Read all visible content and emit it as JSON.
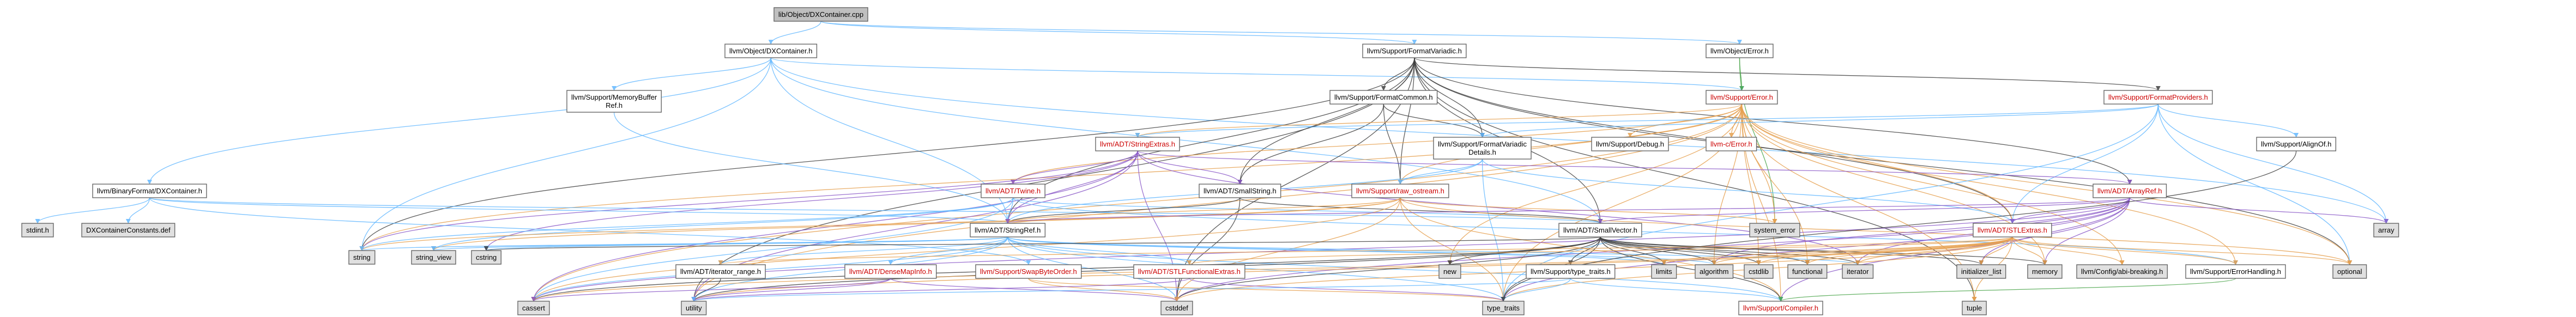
{
  "diagram": {
    "colors": {
      "root_fill": "#bfbfbf",
      "node_fill": "#ffffff",
      "gray_fill": "#e0e0e0",
      "node_border": "#666666",
      "red_text": "#cc0000",
      "edge_blue": "#63b8ff",
      "edge_dark": "#404040",
      "edge_green": "#4da64d",
      "edge_orange": "#e6a050",
      "edge_purple": "#8b5ac8"
    },
    "nodes": [
      {
        "id": "root",
        "lines": [
          "lib/Object/DXContainer.cpp"
        ],
        "style": "root"
      },
      {
        "id": "obj_dxc",
        "lines": [
          "llvm/Object/DXContainer.h"
        ],
        "style": "normal"
      },
      {
        "id": "sup_fv",
        "lines": [
          "llvm/Support/FormatVariadic.h"
        ],
        "style": "normal"
      },
      {
        "id": "obj_err",
        "lines": [
          "llvm/Object/Error.h"
        ],
        "style": "normal"
      },
      {
        "id": "mem_buf",
        "lines": [
          "llvm/Support/MemoryBuffer",
          "Ref.h"
        ],
        "style": "normal"
      },
      {
        "id": "sup_fc",
        "lines": [
          "llvm/Support/FormatCommon.h"
        ],
        "style": "normal"
      },
      {
        "id": "sup_error",
        "lines": [
          "llvm/Support/Error.h"
        ],
        "style": "red"
      },
      {
        "id": "sup_fp",
        "lines": [
          "llvm/Support/FormatProviders.h"
        ],
        "style": "red"
      },
      {
        "id": "adt_strx",
        "lines": [
          "llvm/ADT/StringExtras.h"
        ],
        "style": "red"
      },
      {
        "id": "sup_fvd",
        "lines": [
          "llvm/Support/FormatVariadic",
          "Details.h"
        ],
        "style": "normal"
      },
      {
        "id": "sup_debug",
        "lines": [
          "llvm/Support/Debug.h"
        ],
        "style": "normal"
      },
      {
        "id": "llvmc_error",
        "lines": [
          "llvm-c/Error.h"
        ],
        "style": "red"
      },
      {
        "id": "sup_align",
        "lines": [
          "llvm/Support/AlignOf.h"
        ],
        "style": "normal"
      },
      {
        "id": "bf_dxc",
        "lines": [
          "llvm/BinaryFormat/DXContainer.h"
        ],
        "style": "normal"
      },
      {
        "id": "adt_twine",
        "lines": [
          "llvm/ADT/Twine.h"
        ],
        "style": "red"
      },
      {
        "id": "adt_smallstr",
        "lines": [
          "llvm/ADT/SmallString.h"
        ],
        "style": "normal"
      },
      {
        "id": "sup_rawos",
        "lines": [
          "llvm/Support/raw_ostream.h"
        ],
        "style": "red"
      },
      {
        "id": "adt_arrayref",
        "lines": [
          "llvm/ADT/ArrayRef.h"
        ],
        "style": "red"
      },
      {
        "id": "array",
        "lines": [
          "array"
        ],
        "style": "gray"
      },
      {
        "id": "stdint",
        "lines": [
          "stdint.h"
        ],
        "style": "gray"
      },
      {
        "id": "dxcdef",
        "lines": [
          "DXContainerConstants.def"
        ],
        "style": "gray"
      },
      {
        "id": "adt_stringref",
        "lines": [
          "llvm/ADT/StringRef.h"
        ],
        "style": "normal"
      },
      {
        "id": "adt_smallvec",
        "lines": [
          "llvm/ADT/SmallVector.h"
        ],
        "style": "normal"
      },
      {
        "id": "sys_err",
        "lines": [
          "system_error"
        ],
        "style": "gray"
      },
      {
        "id": "adt_stlx",
        "lines": [
          "llvm/ADT/STLExtras.h"
        ],
        "style": "red"
      },
      {
        "id": "string",
        "lines": [
          "string"
        ],
        "style": "gray"
      },
      {
        "id": "string_view",
        "lines": [
          "string_view"
        ],
        "style": "gray"
      },
      {
        "id": "cstring",
        "lines": [
          "cstring"
        ],
        "style": "gray"
      },
      {
        "id": "adt_iterrange",
        "lines": [
          "llvm/ADT/iterator_range.h"
        ],
        "style": "normal"
      },
      {
        "id": "adt_dmi",
        "lines": [
          "llvm/ADT/DenseMapInfo.h"
        ],
        "style": "red"
      },
      {
        "id": "sup_sbo",
        "lines": [
          "llvm/Support/SwapByteOrder.h"
        ],
        "style": "red"
      },
      {
        "id": "adt_stlfx",
        "lines": [
          "llvm/ADT/STLFunctionalExtras.h"
        ],
        "style": "red"
      },
      {
        "id": "new",
        "lines": [
          "new"
        ],
        "style": "gray"
      },
      {
        "id": "sup_typetraits",
        "lines": [
          "llvm/Support/type_traits.h"
        ],
        "style": "normal"
      },
      {
        "id": "limits",
        "lines": [
          "limits"
        ],
        "style": "gray"
      },
      {
        "id": "algorithm",
        "lines": [
          "algorithm"
        ],
        "style": "gray"
      },
      {
        "id": "cstdlib",
        "lines": [
          "cstdlib"
        ],
        "style": "gray"
      },
      {
        "id": "functional",
        "lines": [
          "functional"
        ],
        "style": "gray"
      },
      {
        "id": "iterator",
        "lines": [
          "iterator"
        ],
        "style": "gray"
      },
      {
        "id": "init_list",
        "lines": [
          "initializer_list"
        ],
        "style": "gray"
      },
      {
        "id": "memory",
        "lines": [
          "memory"
        ],
        "style": "gray"
      },
      {
        "id": "cfg_breaking",
        "lines": [
          "llvm/Config/abi-breaking.h"
        ],
        "style": "gray"
      },
      {
        "id": "sup_errh",
        "lines": [
          "llvm/Support/ErrorHandling.h"
        ],
        "style": "normal"
      },
      {
        "id": "optional",
        "lines": [
          "optional"
        ],
        "style": "gray"
      },
      {
        "id": "cassert",
        "lines": [
          "cassert"
        ],
        "style": "gray"
      },
      {
        "id": "utility",
        "lines": [
          "utility"
        ],
        "style": "gray"
      },
      {
        "id": "cstddef",
        "lines": [
          "cstddef"
        ],
        "style": "gray"
      },
      {
        "id": "type_traits",
        "lines": [
          "type_traits"
        ],
        "style": "gray"
      },
      {
        "id": "sup_compiler",
        "lines": [
          "llvm/Support/Compiler.h"
        ],
        "style": "red"
      },
      {
        "id": "tuple",
        "lines": [
          "tuple"
        ],
        "style": "gray"
      }
    ],
    "edges": [
      [
        "root",
        "obj_dxc",
        "blue"
      ],
      [
        "root",
        "sup_fv",
        "blue"
      ],
      [
        "root",
        "obj_err",
        "blue"
      ],
      [
        "obj_dxc",
        "mem_buf",
        "blue"
      ],
      [
        "obj_dxc",
        "sup_error",
        "blue"
      ],
      [
        "obj_dxc",
        "bf_dxc",
        "blue"
      ],
      [
        "obj_dxc",
        "adt_stringref",
        "blue"
      ],
      [
        "obj_dxc",
        "adt_smallvec",
        "blue"
      ],
      [
        "obj_dxc",
        "array",
        "blue"
      ],
      [
        "obj_dxc",
        "string",
        "blue"
      ],
      [
        "sup_fv",
        "sup_fc",
        "dark"
      ],
      [
        "sup_fv",
        "sup_fvd",
        "dark"
      ],
      [
        "sup_fv",
        "sup_fp",
        "dark"
      ],
      [
        "sup_fv",
        "adt_arrayref",
        "dark"
      ],
      [
        "sup_fv",
        "adt_smallstr",
        "dark"
      ],
      [
        "sup_fv",
        "sup_rawos",
        "dark"
      ],
      [
        "sup_fv",
        "adt_stringref",
        "dark"
      ],
      [
        "sup_fv",
        "adt_stlx",
        "dark"
      ],
      [
        "sup_fv",
        "optional",
        "dark"
      ],
      [
        "sup_fv",
        "cstddef",
        "dark"
      ],
      [
        "sup_fv",
        "string",
        "dark"
      ],
      [
        "sup_fv",
        "tuple",
        "dark"
      ],
      [
        "sup_fv",
        "utility",
        "dark"
      ],
      [
        "sup_fv",
        "adt_smallvec",
        "dark"
      ],
      [
        "obj_err",
        "sup_error",
        "green"
      ],
      [
        "obj_err",
        "sys_err",
        "green"
      ],
      [
        "mem_buf",
        "adt_stringref",
        "blue"
      ],
      [
        "sup_fc",
        "sup_rawos",
        "dark"
      ],
      [
        "sup_fc",
        "adt_smallstr",
        "dark"
      ],
      [
        "sup_fc",
        "sup_fvd",
        "dark"
      ],
      [
        "sup_error",
        "llvmc_error",
        "orange"
      ],
      [
        "sup_error",
        "sup_debug",
        "orange"
      ],
      [
        "sup_error",
        "adt_twine",
        "orange"
      ],
      [
        "sup_error",
        "sup_rawos",
        "orange"
      ],
      [
        "sup_error",
        "cfg_breaking",
        "orange"
      ],
      [
        "sup_error",
        "adt_stlx",
        "orange"
      ],
      [
        "sup_error",
        "sup_errh",
        "orange"
      ],
      [
        "sup_error",
        "sup_compiler",
        "orange"
      ],
      [
        "sup_error",
        "sys_err",
        "orange"
      ],
      [
        "sup_error",
        "optional",
        "orange"
      ],
      [
        "sup_error",
        "memory",
        "orange"
      ],
      [
        "sup_error",
        "new",
        "orange"
      ],
      [
        "sup_error",
        "cassert",
        "orange"
      ],
      [
        "sup_error",
        "string",
        "orange"
      ],
      [
        "sup_error",
        "tuple",
        "orange"
      ],
      [
        "sup_error",
        "utility",
        "orange"
      ],
      [
        "sup_error",
        "functional",
        "orange"
      ],
      [
        "sup_error",
        "adt_strx",
        "orange"
      ],
      [
        "sup_error",
        "type_traits",
        "orange"
      ],
      [
        "sup_error",
        "cstdlib",
        "orange"
      ],
      [
        "sup_error",
        "algorithm",
        "orange"
      ],
      [
        "sup_fp",
        "sup_fvd",
        "blue"
      ],
      [
        "sup_fp",
        "sup_align",
        "blue"
      ],
      [
        "sup_fp",
        "adt_stlx",
        "blue"
      ],
      [
        "sup_fp",
        "adt_strx",
        "blue"
      ],
      [
        "sup_fp",
        "array",
        "blue"
      ],
      [
        "sup_fp",
        "optional",
        "blue"
      ],
      [
        "sup_fp",
        "type_traits",
        "blue"
      ],
      [
        "adt_strx",
        "adt_arrayref",
        "purple"
      ],
      [
        "adt_strx",
        "adt_smallstr",
        "purple"
      ],
      [
        "adt_strx",
        "adt_stringref",
        "purple"
      ],
      [
        "adt_strx",
        "adt_twine",
        "purple"
      ],
      [
        "adt_strx",
        "iterator",
        "purple"
      ],
      [
        "adt_strx",
        "cstring",
        "purple"
      ],
      [
        "adt_strx",
        "string",
        "purple"
      ],
      [
        "adt_strx",
        "utility",
        "purple"
      ],
      [
        "adt_strx",
        "cstddef",
        "purple"
      ],
      [
        "adt_strx",
        "cassert",
        "purple"
      ],
      [
        "adt_strx",
        "cstdint",
        "purple"
      ],
      [
        "sup_fvd",
        "sup_rawos",
        "blue"
      ],
      [
        "sup_fvd",
        "adt_stringref",
        "blue"
      ],
      [
        "sup_fvd",
        "type_traits",
        "blue"
      ],
      [
        "sup_fvd",
        "adt_stlx",
        "blue"
      ],
      [
        "bf_dxc",
        "adt_stringref",
        "blue"
      ],
      [
        "bf_dxc",
        "stdint",
        "blue"
      ],
      [
        "bf_dxc",
        "dxcdef",
        "blue"
      ],
      [
        "bf_dxc",
        "sup_sbo",
        "blue"
      ],
      [
        "bf_dxc",
        "adt_smallvec",
        "blue"
      ],
      [
        "adt_twine",
        "adt_smallvec",
        "blue"
      ],
      [
        "adt_twine",
        "adt_stringref",
        "blue"
      ],
      [
        "adt_twine",
        "string",
        "blue"
      ],
      [
        "adt_twine",
        "string_view",
        "blue"
      ],
      [
        "adt_twine",
        "cassert",
        "blue"
      ],
      [
        "adt_twine",
        "cstdint",
        "blue"
      ],
      [
        "adt_twine",
        "sup_errh",
        "blue"
      ],
      [
        "adt_smallstr",
        "adt_smallvec",
        "dark"
      ],
      [
        "adt_smallstr",
        "adt_stringref",
        "dark"
      ],
      [
        "adt_smallstr",
        "cstddef",
        "dark"
      ],
      [
        "sup_rawos",
        "adt_stringref",
        "orange"
      ],
      [
        "sup_rawos",
        "sup_compiler",
        "orange"
      ],
      [
        "sup_rawos",
        "cstddef",
        "orange"
      ],
      [
        "sup_rawos",
        "cassert",
        "orange"
      ],
      [
        "sup_rawos",
        "cstdint",
        "orange"
      ],
      [
        "sup_rawos",
        "string",
        "orange"
      ],
      [
        "sup_rawos",
        "string_view",
        "orange"
      ],
      [
        "sup_rawos",
        "sys_err",
        "orange"
      ],
      [
        "sup_rawos",
        "type_traits",
        "orange"
      ],
      [
        "sup_rawos",
        "optional",
        "orange"
      ],
      [
        "adt_arrayref",
        "adt_smallvec",
        "purple"
      ],
      [
        "adt_arrayref",
        "adt_stlx",
        "purple"
      ],
      [
        "adt_arrayref",
        "sup_compiler",
        "purple"
      ],
      [
        "adt_arrayref",
        "algorithm",
        "purple"
      ],
      [
        "adt_arrayref",
        "array",
        "purple"
      ],
      [
        "adt_arrayref",
        "cassert",
        "purple"
      ],
      [
        "adt_arrayref",
        "cstddef",
        "purple"
      ],
      [
        "adt_arrayref",
        "init_list",
        "purple"
      ],
      [
        "adt_arrayref",
        "iterator",
        "purple"
      ],
      [
        "adt_arrayref",
        "memory",
        "purple"
      ],
      [
        "adt_arrayref",
        "type_traits",
        "purple"
      ],
      [
        "adt_arrayref",
        "vector",
        "purple"
      ],
      [
        "adt_arrayref",
        "adt_stringref",
        "purple"
      ],
      [
        "adt_stringref",
        "adt_dmi",
        "blue"
      ],
      [
        "adt_stringref",
        "adt_iterrange",
        "blue"
      ],
      [
        "adt_stringref",
        "sup_compiler",
        "blue"
      ],
      [
        "adt_stringref",
        "algorithm",
        "blue"
      ],
      [
        "adt_stringref",
        "cassert",
        "blue"
      ],
      [
        "adt_stringref",
        "cstddef",
        "blue"
      ],
      [
        "adt_stringref",
        "cstring",
        "blue"
      ],
      [
        "adt_stringref",
        "limits",
        "blue"
      ],
      [
        "adt_stringref",
        "string",
        "blue"
      ],
      [
        "adt_stringref",
        "string_view",
        "blue"
      ],
      [
        "adt_stringref",
        "type_traits",
        "blue"
      ],
      [
        "adt_stringref",
        "utility",
        "blue"
      ],
      [
        "adt_stringref",
        "iterator",
        "blue"
      ],
      [
        "adt_stringref",
        "adt_stlfx",
        "blue"
      ],
      [
        "adt_smallvec",
        "sup_compiler",
        "dark"
      ],
      [
        "adt_smallvec",
        "sup_typetraits",
        "dark"
      ],
      [
        "adt_smallvec",
        "algorithm",
        "dark"
      ],
      [
        "adt_smallvec",
        "cassert",
        "dark"
      ],
      [
        "adt_smallvec",
        "cstddef",
        "dark"
      ],
      [
        "adt_smallvec",
        "cstdlib",
        "dark"
      ],
      [
        "adt_smallvec",
        "cstring",
        "dark"
      ],
      [
        "adt_smallvec",
        "functional",
        "dark"
      ],
      [
        "adt_smallvec",
        "init_list",
        "dark"
      ],
      [
        "adt_smallvec",
        "iterator",
        "dark"
      ],
      [
        "adt_smallvec",
        "limits",
        "dark"
      ],
      [
        "adt_smallvec",
        "memory",
        "dark"
      ],
      [
        "adt_smallvec",
        "new",
        "dark"
      ],
      [
        "adt_smallvec",
        "type_traits",
        "dark"
      ],
      [
        "adt_smallvec",
        "utility",
        "dark"
      ],
      [
        "adt_stlx",
        "adt_stlfx",
        "orange"
      ],
      [
        "adt_stlx",
        "adt_iterrange",
        "orange"
      ],
      [
        "adt_stlx",
        "cfg_breaking",
        "orange"
      ],
      [
        "adt_stlx",
        "sup_errh",
        "orange"
      ],
      [
        "adt_stlx",
        "algorithm",
        "orange"
      ],
      [
        "adt_stlx",
        "cassert",
        "orange"
      ],
      [
        "adt_stlx",
        "cstddef",
        "orange"
      ],
      [
        "adt_stlx",
        "cstdint",
        "orange"
      ],
      [
        "adt_stlx",
        "cstdlib",
        "orange"
      ],
      [
        "adt_stlx",
        "functional",
        "orange"
      ],
      [
        "adt_stlx",
        "init_list",
        "orange"
      ],
      [
        "adt_stlx",
        "iterator",
        "orange"
      ],
      [
        "adt_stlx",
        "limits",
        "orange"
      ],
      [
        "adt_stlx",
        "memory",
        "orange"
      ],
      [
        "adt_stlx",
        "optional",
        "orange"
      ],
      [
        "adt_stlx",
        "tuple",
        "orange"
      ],
      [
        "adt_stlx",
        "type_traits",
        "orange"
      ],
      [
        "adt_stlx",
        "utility",
        "orange"
      ],
      [
        "adt_iterrange",
        "utility",
        "dark"
      ],
      [
        "adt_dmi",
        "cassert",
        "purple"
      ],
      [
        "adt_dmi",
        "cstddef",
        "purple"
      ],
      [
        "adt_dmi",
        "cstdint",
        "purple"
      ],
      [
        "adt_dmi",
        "utility",
        "purple"
      ],
      [
        "sup_sbo",
        "cstddef",
        "orange"
      ],
      [
        "sup_sbo",
        "cstdint",
        "orange"
      ],
      [
        "sup_sbo",
        "type_traits",
        "orange"
      ],
      [
        "adt_stlfx",
        "cstdint",
        "purple"
      ],
      [
        "adt_stlfx",
        "type_traits",
        "purple"
      ],
      [
        "adt_stlfx",
        "utility",
        "purple"
      ],
      [
        "sup_typetraits",
        "sup_compiler",
        "blue"
      ],
      [
        "sup_typetraits",
        "type_traits",
        "blue"
      ],
      [
        "sup_typetraits",
        "utility",
        "blue"
      ],
      [
        "sup_errh",
        "sup_compiler",
        "green"
      ],
      [
        "sup_align",
        "type_traits",
        "dark"
      ]
    ]
  }
}
